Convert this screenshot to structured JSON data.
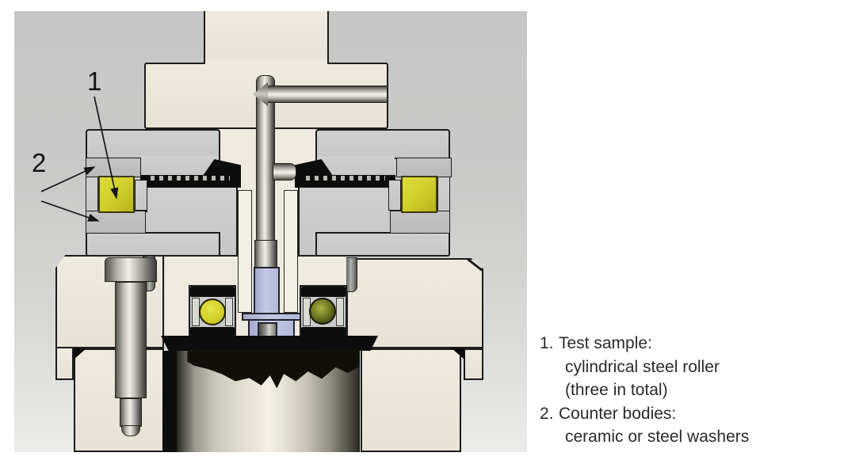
{
  "figure": {
    "callouts": {
      "one": "1",
      "two": "2"
    },
    "legend": {
      "items": [
        {
          "num": "1.",
          "title": "Test sample:",
          "details": [
            "cylindrical steel roller",
            "(three in total)"
          ]
        },
        {
          "num": "2.",
          "title": "Counter bodies:",
          "details": [
            "ceramic or steel washers"
          ]
        }
      ]
    },
    "colors": {
      "page_bg": "#ffffff",
      "cad_bg_top": "#c6c6c6",
      "cad_bg_bottom": "#ebebe9",
      "cream": "#eeeadf",
      "cream_dark": "#e7e2d6",
      "part_gray": "#c7c7c7",
      "washer_gray": "#bababa",
      "outline": "#1c1c1c",
      "sample_yellow": "#d0ce2a",
      "roller_yellow": "#d2d02a",
      "sphere_olive": "#4e5513",
      "holder_lavender": "#b2b8d8",
      "plate_black": "#0d0d0d",
      "label_color": "#141414",
      "text_color": "#2a2a2a"
    }
  }
}
